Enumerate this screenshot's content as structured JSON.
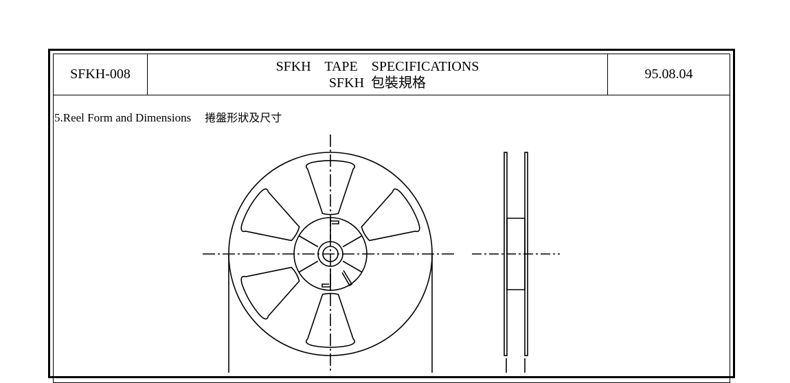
{
  "header": {
    "doc_code": "SFKH-008",
    "title_line1": "SFKH    TAPE    SPECIFICATIONS",
    "title_line2": "SFKH  包裝規格",
    "date": "95.08.04"
  },
  "section": {
    "title": "5.Reel Form and Dimensions",
    "title_cn": "捲盤形狀及尺寸"
  }
}
